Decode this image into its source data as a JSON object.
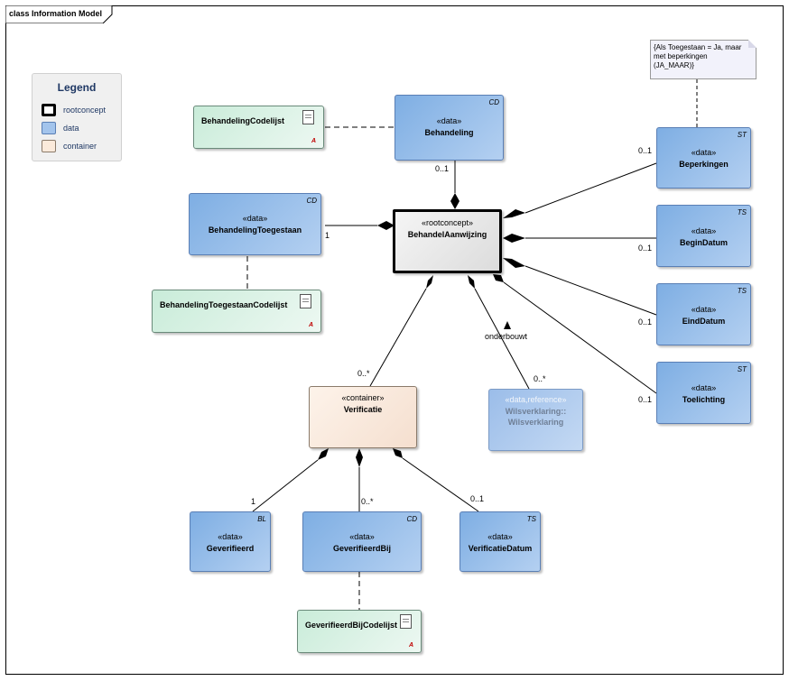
{
  "frame": {
    "title": "class Information Model"
  },
  "legend": {
    "title": "Legend",
    "items": [
      {
        "label": "rootconcept",
        "color": "#ffffff"
      },
      {
        "label": "data",
        "color": "#a3c4ec"
      },
      {
        "label": "container",
        "color": "#fbeadb"
      }
    ]
  },
  "note": {
    "lines": [
      "{Als Toegestaan = Ja, maar",
      "met beperkingen",
      "(JA_MAAR)}"
    ]
  },
  "boxes": {
    "behandeling_codelijst": {
      "name": "BehandelingCodelijst",
      "badge": "A"
    },
    "behandeling": {
      "stereotype": "«data»",
      "name": "Behandeling",
      "tag": "CD"
    },
    "beperkingen": {
      "stereotype": "«data»",
      "name": "Beperkingen",
      "tag": "ST"
    },
    "behandeling_toegestaan": {
      "stereotype": "«data»",
      "name": "BehandelingToegestaan",
      "tag": "CD"
    },
    "behandel_aanwijzing": {
      "stereotype": "«rootconcept»",
      "name": "BehandelAanwijzing"
    },
    "begin_datum": {
      "stereotype": "«data»",
      "name": "BeginDatum",
      "tag": "TS"
    },
    "behandeling_toegestaan_codelijst": {
      "name": "BehandelingToegestaanCodelijst",
      "badge": "A"
    },
    "eind_datum": {
      "stereotype": "«data»",
      "name": "EindDatum",
      "tag": "TS"
    },
    "verificatie": {
      "stereotype": "«container»",
      "name": "Verificatie"
    },
    "wilsverklaring": {
      "stereotype": "«data,reference»",
      "name1": "Wilsverklaring::",
      "name2": "Wilsverklaring"
    },
    "toelichting": {
      "stereotype": "«data»",
      "name": "Toelichting",
      "tag": "ST"
    },
    "geverifieerd": {
      "stereotype": "«data»",
      "name": "Geverifieerd",
      "tag": "BL"
    },
    "geverifieerd_bij": {
      "stereotype": "«data»",
      "name": "GeverifieerdBij",
      "tag": "CD"
    },
    "verificatie_datum": {
      "stereotype": "«data»",
      "name": "VerificatieDatum",
      "tag": "TS"
    },
    "geverifieerd_bij_codelijst": {
      "name": "GeverifieerdBijCodelijst",
      "badge": "A"
    }
  },
  "multiplicities": {
    "behandeling": "0..1",
    "beperkingen": "0..1",
    "behandeling_toegestaan": "1",
    "begin_datum": "0..1",
    "eind_datum": "0..1",
    "toelichting": "0..1",
    "verificatie": "0..*",
    "wilsverklaring": "0..*",
    "geverifieerd": "1",
    "geverifieerd_bij": "0..*",
    "verificatie_datum": "0..1"
  },
  "labels": {
    "onderbouwt": "onderbouwt"
  }
}
